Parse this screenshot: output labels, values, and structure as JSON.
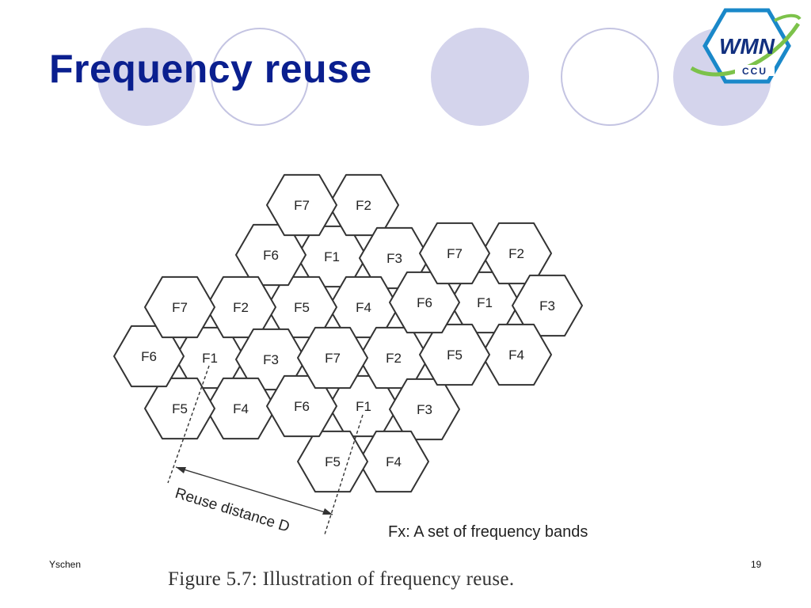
{
  "slide": {
    "title": "Frequency reuse",
    "footer_left": "Yschen",
    "page_number": "19",
    "caption": "Figure 5.7: Illustration of frequency reuse."
  },
  "logo": {
    "text": "WMN",
    "subtext": "CCU"
  },
  "diagram": {
    "reuse_label": "Reuse distance D",
    "legend": "Fx: A set of frequency bands",
    "cells": [
      "F1",
      "F2",
      "F3",
      "F4",
      "F5",
      "F6",
      "F7",
      "F1",
      "F2",
      "F3",
      "F4",
      "F5",
      "F6",
      "F7",
      "F1",
      "F2",
      "F3",
      "F4",
      "F5",
      "F6",
      "F7",
      "F1",
      "F2",
      "F3",
      "F4",
      "F5",
      "F6",
      "F7"
    ]
  },
  "colors": {
    "title": "#0a1f8f",
    "circle_fill": "#d4d4ec",
    "circle_outline": "#c4c4e2",
    "hex_stroke": "#333333"
  }
}
